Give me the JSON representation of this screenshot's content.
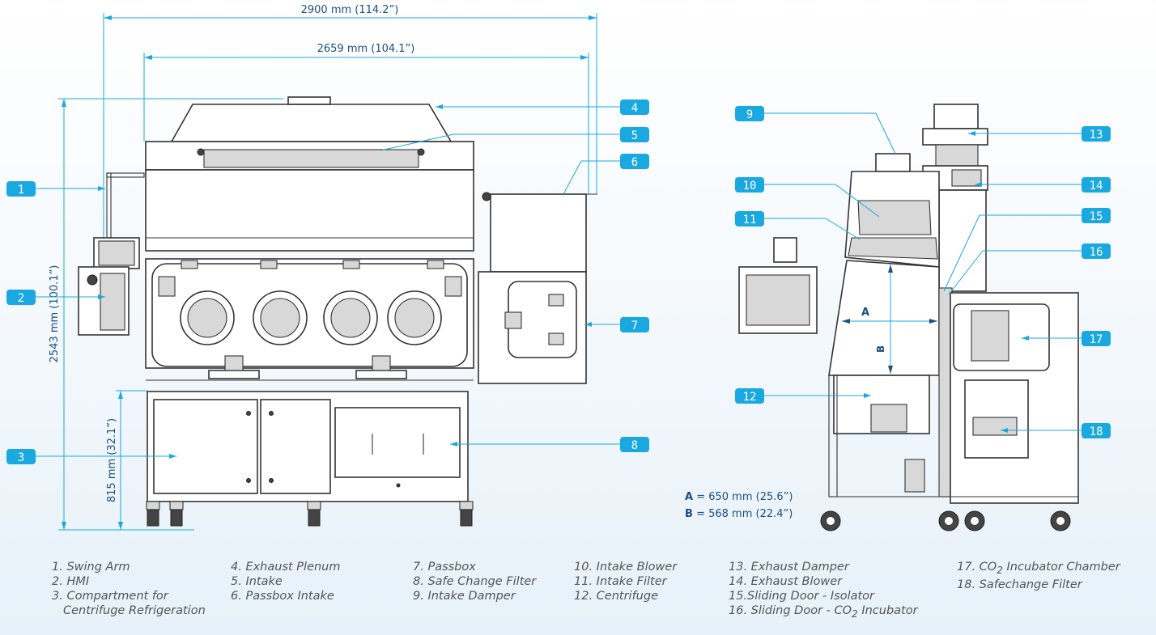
{
  "dimensions": {
    "overall_width": "2900 mm (114.2”)",
    "inner_width": "2659 mm (104.1”)",
    "overall_height": "2543 mm (100.1”)",
    "base_height": "815 mm (32.1”)"
  },
  "side_dimensions": {
    "a_label": "A",
    "a_value": "= 650 mm (25.6”)",
    "b_label": "B",
    "b_value": "= 568 mm (22.4”)"
  },
  "badges": [
    "1",
    "2",
    "3",
    "4",
    "5",
    "6",
    "7",
    "8",
    "9",
    "10",
    "11",
    "12",
    "13",
    "14",
    "15",
    "16",
    "17",
    "18"
  ],
  "legend": {
    "col1": [
      "1. Swing Arm",
      "2. HMI",
      "3. Compartment for",
      "Centrifuge Refrigeration"
    ],
    "col2": [
      "4. Exhaust Plenum",
      "5. Intake",
      "6. Passbox Intake"
    ],
    "col3": [
      "7. Passbox",
      "8. Safe Change Filter",
      "9. Intake Damper"
    ],
    "col4": [
      "10. Intake Blower",
      "11. Intake Filter",
      "12. Centrifuge"
    ],
    "col5": [
      "13. Exhaust Damper",
      "14. Exhaust Blower",
      "15.Sliding Door - Isolator"
    ],
    "col5_last_pre": "16. Sliding Door - CO",
    "col5_last_sub": "2",
    "col5_last_post": " Incubator",
    "col6_first_pre": "17. CO",
    "col6_first_sub": "2",
    "col6_first_post": " Incubator Chamber",
    "col6": [
      "18. Safechange Filter"
    ]
  },
  "colors": {
    "accent": "#1aa8e0",
    "dimension_text": "#1a4f82",
    "legend_text": "#555555",
    "line_art": "#333333"
  }
}
